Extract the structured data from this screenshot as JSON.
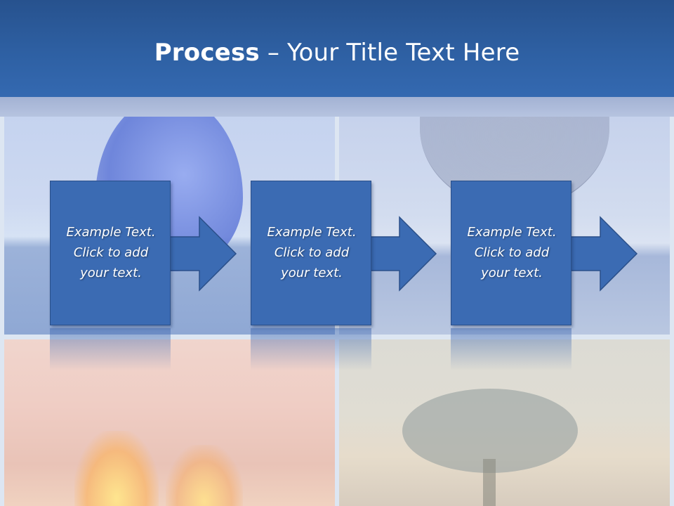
{
  "slide": {
    "title_bold": "Process",
    "title_rest": " – Your Title Text Here"
  },
  "steps": [
    {
      "lines": [
        "Example Text.",
        "Click  to add",
        "your text."
      ]
    },
    {
      "lines": [
        "Example Text.",
        "Click  to add",
        "your text."
      ]
    },
    {
      "lines": [
        "Example Text.",
        "Click  to add",
        "your text."
      ]
    }
  ],
  "colors": {
    "header": "#2e60a3",
    "card": "#3b6bb3",
    "card_border": "#2a4f89",
    "text": "#ffffff"
  }
}
